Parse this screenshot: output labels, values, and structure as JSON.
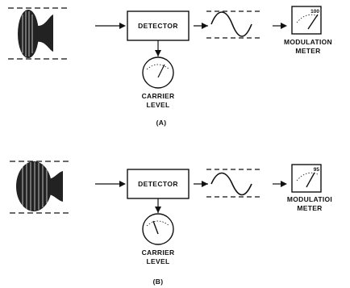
{
  "panels": [
    {
      "id": "A",
      "detector_label": "DETECTOR",
      "meter_reading": "100",
      "meter_label_line1": "MODULATION",
      "meter_label_line2": "METER",
      "carrier_label_line1": "CARRIER",
      "carrier_label_line2": "LEVEL",
      "caption": "(A)"
    },
    {
      "id": "B",
      "detector_label": "DETECTOR",
      "meter_reading": "95",
      "meter_label_line1": "MODULATIOI",
      "meter_label_line2": "METER",
      "carrier_label_line1": "CARRIER",
      "carrier_label_line2": "LEVEL",
      "caption": "(B)"
    }
  ]
}
